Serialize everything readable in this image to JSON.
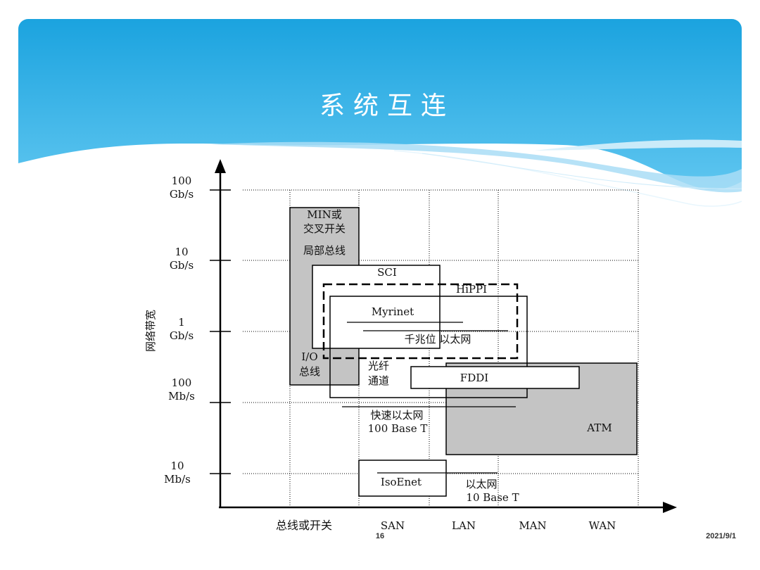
{
  "slide": {
    "title": "系统互连",
    "page_number": "16",
    "date": "2021/9/1"
  },
  "colors": {
    "banner_top": "#1ba3df",
    "banner_bottom": "#5fc6f0",
    "box_fill": "#c4c4c4",
    "line": "#000000"
  },
  "axes": {
    "y_label": "网络带宽",
    "y_ticks": [
      {
        "line1": "100",
        "line2": "Gb/s"
      },
      {
        "line1": "10",
        "line2": "Gb/s"
      },
      {
        "line1": "1",
        "line2": "Gb/s"
      },
      {
        "line1": "100",
        "line2": "Mb/s"
      },
      {
        "line1": "10",
        "line2": "Mb/s"
      }
    ],
    "x_ticks": [
      "总线或开关",
      "SAN",
      "LAN",
      "MAN",
      "WAN"
    ]
  },
  "regions": {
    "min_switch": {
      "line1": "MIN或",
      "line2": "交叉开关"
    },
    "local_bus": "局部总线",
    "io_bus": {
      "line1": "I/O",
      "line2": "总线"
    },
    "sci": "SCI",
    "hippi": "HiPPI",
    "myrinet": "Myrinet",
    "gigabit_ethernet": "千兆位 以太网",
    "fiber_channel": {
      "line1": "光纤",
      "line2": "通道"
    },
    "fddi": "FDDI",
    "fast_ethernet": {
      "line1": "快速以太网",
      "line2": "100 Base T"
    },
    "atm": "ATM",
    "isoenet": "IsoEnet",
    "ethernet": {
      "line1": "以太网",
      "line2": "10 Base T"
    }
  }
}
